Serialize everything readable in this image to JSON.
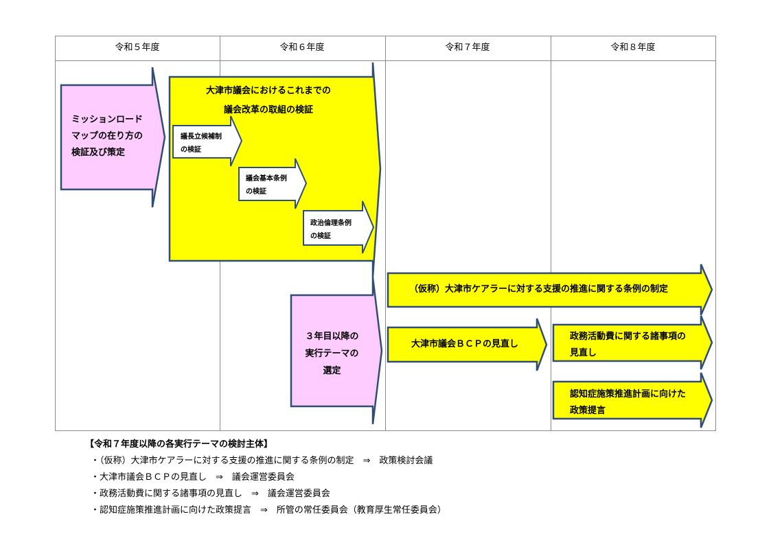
{
  "years": [
    "令和５年度",
    "令和６年度",
    "令和７年度",
    "令和８年度"
  ],
  "colors": {
    "pink": "#ffccff",
    "yellow": "#ffff00",
    "outline": "#2f4d77",
    "grid": "#8a8a8a"
  },
  "boxes": {
    "mission_roadmap": {
      "lines": [
        "ミッションロード",
        "マップの在り方の",
        "検証及び策定"
      ]
    },
    "reform_review": {
      "lines": [
        "大津市議会におけるこれまでの",
        "議会改革の取組の検証"
      ]
    },
    "chairman_candidacy": {
      "lines": [
        "議長立候補制",
        "の検証"
      ]
    },
    "basic_ordinance": {
      "lines": [
        "議会基本条例",
        "の検証"
      ]
    },
    "ethics_ordinance": {
      "lines": [
        "政治倫理条例",
        "の検証"
      ]
    },
    "themes_selection": {
      "lines": [
        "３年目以降の",
        "実行テーマの",
        "選定"
      ]
    },
    "carer_ordinance": {
      "lines": [
        "（仮称）大津市ケアラーに対する支援の推進に関する条例の制定"
      ]
    },
    "bcp_review": {
      "lines": [
        "大津市議会ＢＣＰの見直し"
      ]
    },
    "activity_expenses": {
      "lines": [
        "政務活動費に関する諸事項の",
        "見直し"
      ]
    },
    "dementia_policy": {
      "lines": [
        "認知症施策推進計画に向けた",
        "政策提言"
      ]
    }
  },
  "notes": {
    "title": "【令和７年度以降の各実行テーマの検討主体】",
    "items": [
      "・（仮称）大津市ケアラーに対する支援の推進に関する条例の制定　⇒　政策検討会議",
      "・大津市議会ＢＣＰの見直し　⇒　議会運営委員会",
      "・政務活動費に関する諸事項の見直し　⇒　議会運営委員会",
      "・認知症施策推進計画に向けた政策提言　⇒　所管の常任委員会（教育厚生常任委員会）"
    ]
  }
}
